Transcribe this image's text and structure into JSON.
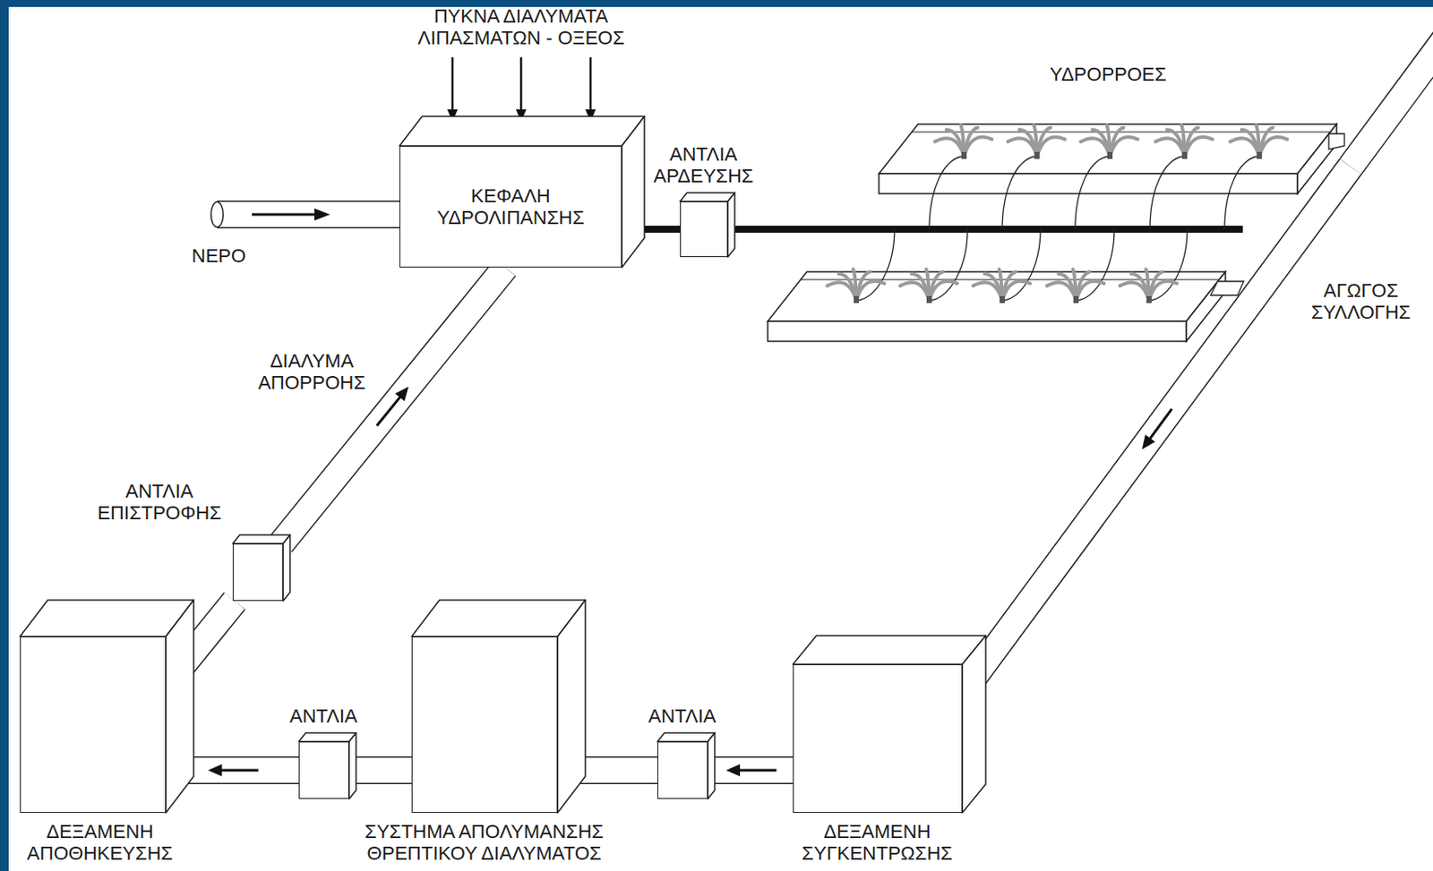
{
  "diagram": {
    "nodes": [
      {
        "text": [
          "ΚΕΦΑΛΗ ΥΔΡΟΛΙΠΑΝΣΗΣ"
        ]
      },
      {
        "text": [
          "ΑΝΤΛΙΑ ΑΡΔΕΥΣΗΣ"
        ]
      },
      {
        "text": [
          "ΥΔΡΟΡΡΟΕΣ"
        ]
      },
      {
        "text": [
          "ΔΕΞΑΜΕΝΗ ΣΥΓΚΕΝΤΡΩΣΗΣ"
        ]
      },
      {
        "text": [
          "ΑΝΤΛΙΑ"
        ]
      },
      {
        "text": [
          "ΣΥΣΤΗΜΑ ΑΠΟΛΥΜΑΝΣΗΣ ΘΡΕΠΤΙΚΟΥ ΔΙΑΛΥΜΑΤΟΣ"
        ]
      },
      {
        "text": [
          "ΑΝΤΛΙΑ"
        ]
      },
      {
        "text": [
          "ΔΕΞΑΜΕΝΗ ΑΠΟΘΗΚΕΥΣΗΣ"
        ]
      },
      {
        "text": [
          "ΑΝΤΛΙΑ ΕΠΙΣΤΡΟΦΗΣ"
        ]
      }
    ],
    "edges": [
      {
        "from": 0,
        "to": 1,
        "arrow": "none"
      },
      {
        "from": 1,
        "to": 2,
        "arrow": "none"
      },
      {
        "from": 2,
        "to": 3,
        "label": "ΑΓΩΓΟΣ ΣΥΛΛΟΓΗΣ",
        "arrow": "to"
      },
      {
        "from": 3,
        "to": 4,
        "arrow": "to"
      },
      {
        "from": 4,
        "to": 5,
        "arrow": "none"
      },
      {
        "from": 5,
        "to": 6,
        "arrow": "none"
      },
      {
        "from": 6,
        "to": 7,
        "arrow": "to"
      },
      {
        "from": 7,
        "to": 8,
        "arrow": "none"
      },
      {
        "from": 8,
        "to": 0,
        "label": "ΔΙΑΛΥΜΑ ΑΠΟΡΡΟΗΣ",
        "arrow": "to"
      }
    ],
    "labels": [
      "ΠΥΚΝΑ ΔΙΑΛΥΜΑΤΑ ΛΙΠΑΣΜΑΤΩΝ - ΟΞΕΟΣ",
      "ΝΕΡΟ"
    ]
  }
}
